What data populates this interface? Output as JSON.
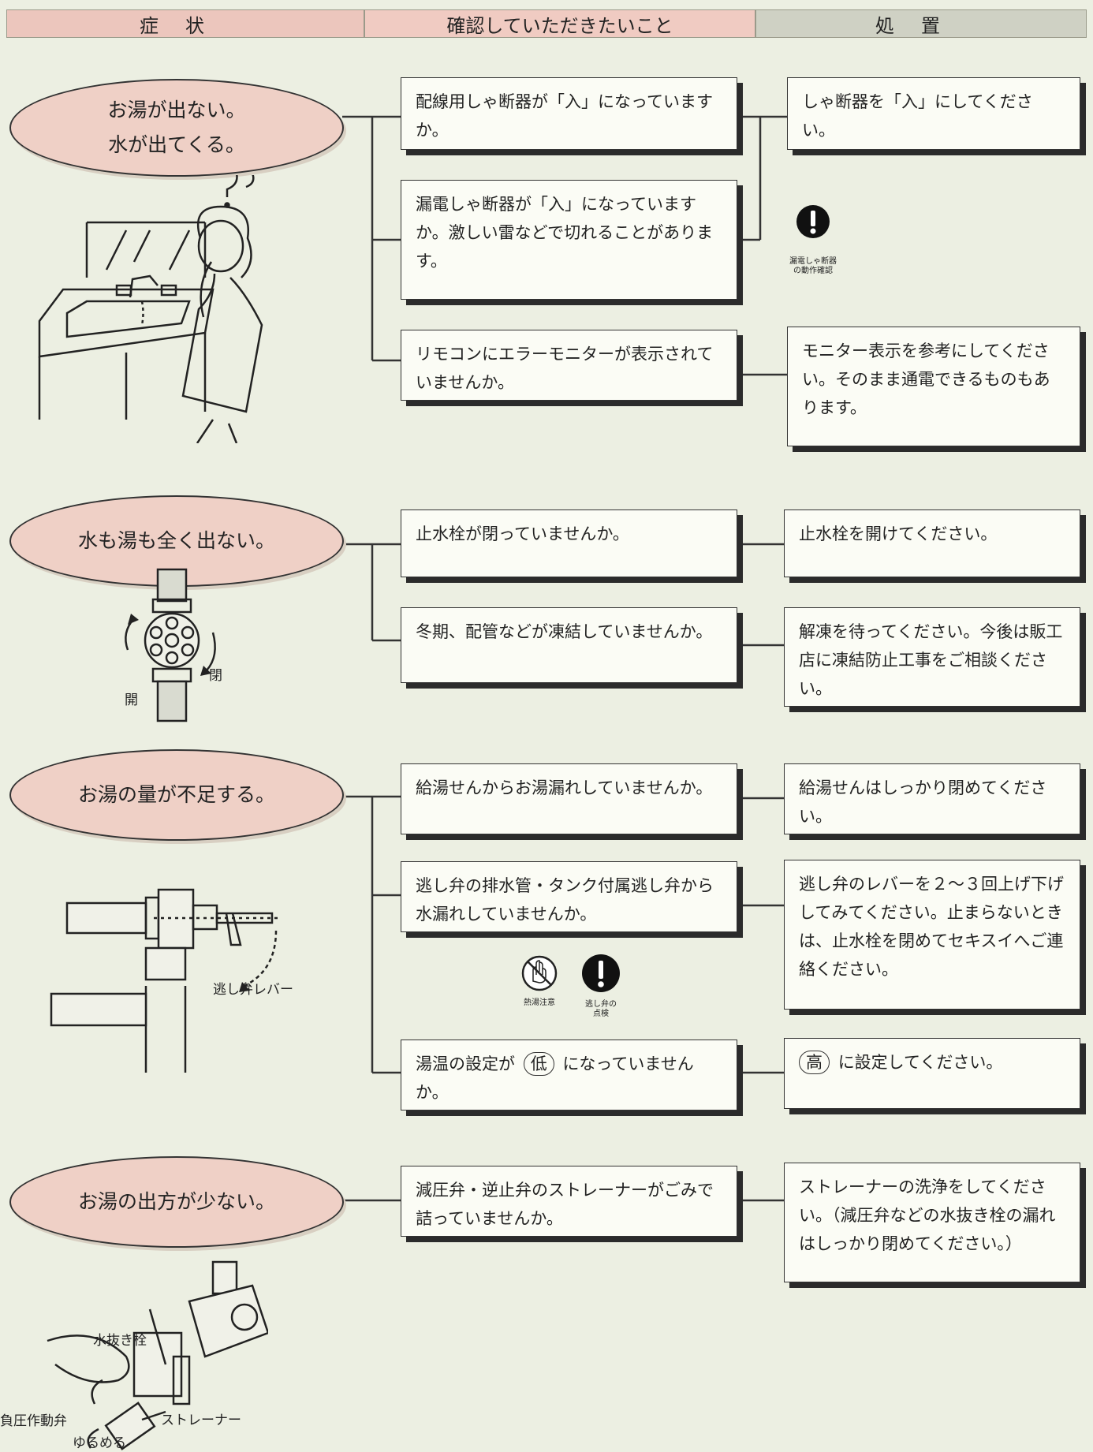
{
  "header": {
    "symptom": "症状",
    "check": "確認していただきたいこと",
    "action": "処置"
  },
  "s1": {
    "symptom": [
      "お湯が出ない。",
      "水が出てくる。"
    ],
    "c1": "配線用しゃ断器が「入」になっていますか。",
    "c2": "漏電しゃ断器が「入」になっていますか。激しい雷などで切れることがあります。",
    "c3": "リモコンにエラーモニターが表示されていませんか。",
    "a1": "しゃ断器を「入」にしてください。",
    "a3": "モニター表示を参考にしてください。そのまま通電できるものもあります。",
    "icon_caption": [
      "漏電しゃ断器",
      "の動作確認"
    ]
  },
  "s2": {
    "symptom": "水も湯も全く出ない。",
    "c1": "止水栓が閉っていませんか。",
    "c2": "冬期、配管などが凍結していませんか。",
    "a1": "止水栓を開けてください。",
    "a2": "解凍を待ってください。今後は販工店に凍結防止工事をご相談ください。",
    "open_label": "開",
    "close_label": "閉"
  },
  "s3": {
    "symptom": "お湯の量が不足する。",
    "c1": "給湯せんからお湯漏れしていませんか。",
    "c2": "逃し弁の排水管・タンク付属逃し弁から水漏れしていませんか。",
    "c3_pre": "湯温の設定が",
    "c3_mark": "低",
    "c3_post": "になっていませんか。",
    "a1": "給湯せんはしっかり閉めてください。",
    "a2": "逃し弁のレバーを２～３回上げ下げしてみてください。止まらないときは、止水栓を閉めてセキスイへご連絡ください。",
    "a3_mark": "高",
    "a3_post": "に設定してください。",
    "lever_label": "逃し弁レバー",
    "icon1_caption": "熱湯注意",
    "icon2_caption": [
      "逃し弁の",
      "点検"
    ]
  },
  "s4": {
    "symptom": "お湯の出方が少ない。",
    "c1": "減圧弁・逆止弁のストレーナーがごみで詰っていませんか。",
    "a1": "ストレーナーの洗浄をしてください。（減圧弁などの水抜き栓の漏れはしっかり閉めてください。）",
    "label_drain": "水抜き栓",
    "label_valve": "負圧作動弁",
    "label_strainer": "ストレーナー",
    "label_loosen": "ゆるめる"
  }
}
